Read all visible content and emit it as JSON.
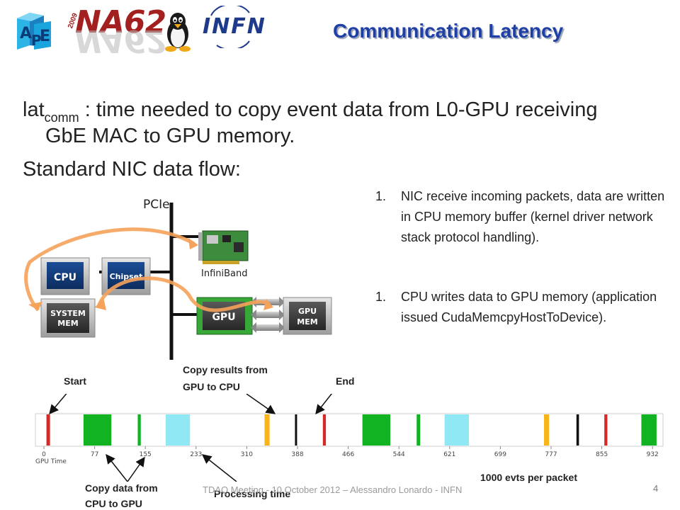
{
  "header": {
    "title": "Communication Latency",
    "na62_label": "NA62",
    "na62_year": "2009",
    "infn_label": "INFN"
  },
  "body": {
    "lat_main": "lat",
    "lat_sub": "comm",
    "line1_rest": " : time needed to copy event data from L0-GPU receiving",
    "line2": "GbE MAC to GPU memory.",
    "line3": "Standard NIC data flow:"
  },
  "diagram": {
    "pcie": "PCIe",
    "cpu": "CPU",
    "chipset": "Chipset",
    "sysmem_line1": "SYSTEM",
    "sysmem_line2": "MEM",
    "infiniband": "InfiniBand",
    "gpu": "GPU",
    "gpumem_line1": "GPU",
    "gpumem_line2": "MEM"
  },
  "list": {
    "items": [
      {
        "num": "1.",
        "text": "NIC receive incoming packets, data are written in CPU memory buffer (kernel driver network stack protocol handling)."
      },
      {
        "num": "1.",
        "text": "CPU writes data to GPU memory (application issued CudaMemcpyHostToDevice)."
      }
    ]
  },
  "timeline": {
    "axis_label": "GPU Time",
    "ticks": [
      "0",
      "77",
      "155",
      "233",
      "310",
      "388",
      "466",
      "544",
      "621",
      "699",
      "777",
      "855",
      "932"
    ],
    "labels": {
      "start": "Start",
      "copy_results_line1": "Copy results from",
      "copy_results_line2": "GPU to CPU",
      "end": "End",
      "copy_data_line1": "Copy data from",
      "copy_data_line2": "CPU to GPU",
      "processing": "Processing time",
      "evts": "1000 evts per packet"
    },
    "colors": {
      "start": "#d42a2a",
      "copy_to_gpu": "#11b322",
      "processing": "#8fe8f4",
      "copy_results": "#f7b51b",
      "end": "#111111"
    }
  },
  "footer": {
    "text": "TDAQ Meeting - 10 October 2012 – Alessandro Lonardo - INFN",
    "page": "4"
  }
}
